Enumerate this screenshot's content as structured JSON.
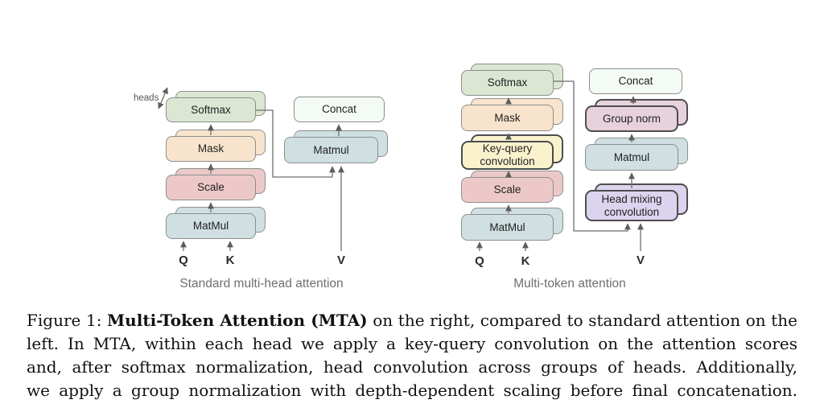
{
  "figure": {
    "left": {
      "title": "Standard multi-head attention",
      "heads_label": "heads",
      "q": "Q",
      "k": "K",
      "v": "V",
      "boxes": {
        "softmax": "Softmax",
        "mask": "Mask",
        "scale": "Scale",
        "matmul": "MatMul",
        "concat": "Concat",
        "matmul2": "Matmul"
      }
    },
    "right": {
      "title": "Multi-token attention",
      "q": "Q",
      "k": "K",
      "v": "V",
      "boxes": {
        "softmax": "Softmax",
        "mask": "Mask",
        "key_query": "Key-query convolution",
        "scale": "Scale",
        "matmul": "MatMul",
        "concat": "Concat",
        "group_norm": "Group norm",
        "matmul2": "Matmul",
        "head_mixing": "Head mixing convolution"
      }
    }
  },
  "caption": {
    "line1_prefix": "Figure 1: ",
    "line1_bold": "Multi-Token Attention (MTA)",
    "line1_rest": " on the right, compared to standard attention on the",
    "line2": "left. In MTA, within each head we apply a key-query convolution on the attention scores",
    "line3": "and, after softmax normalization, head convolution across groups of heads. Additionally,",
    "line4": "we apply a group normalization with depth-dependent scaling before final concatenation."
  },
  "colors": {
    "softmax_fill": "#dbe7d2",
    "mask_fill": "#f8e4cc",
    "scale_fill": "#ecc9c8",
    "matmul_fill": "#cfdfe2",
    "concat_fill": "#f4faf4",
    "key_query_fill": "#faf2cd",
    "group_norm_fill": "#e7d1dd",
    "head_mixing_fill": "#dcd4ee",
    "thin_border": "#8b8f8d",
    "thick_border": "#4d4d4d",
    "arrow": "#6e6e6e",
    "diagram_title_text": "#6f6f6f"
  }
}
